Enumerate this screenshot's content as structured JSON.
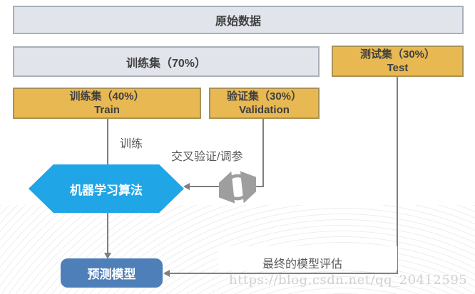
{
  "nodes": {
    "original": {
      "label": "原始数据"
    },
    "train70": {
      "label": "训练集（70%）"
    },
    "test": {
      "line1": "测试集（30%）",
      "line2": "Test"
    },
    "train40": {
      "line1": "训练集（40%）",
      "line2": "Train"
    },
    "validation": {
      "line1": "验证集（30%）",
      "line2": "Validation"
    },
    "algorithm": {
      "label": "机器学习算法"
    },
    "model": {
      "label": "预测模型"
    }
  },
  "edge_labels": {
    "train": "训练",
    "cross_validation": "交叉验证/调参",
    "final_evaluation": "最终的模型评估"
  },
  "watermark": "https://blog.csdn.net/qq_20412595",
  "colors": {
    "gray_fill": "#e2e4eb",
    "gray_border": "#a9afbb",
    "orange_fill": "#e8b852",
    "orange_border": "#ab9052",
    "hex_blue": "#20a5e6",
    "model_blue": "#4e7fb8",
    "line_gray": "#7f7f7f",
    "icon_gray": "#9e9e9e",
    "text_dark": "#3f3f3f",
    "label_gray": "#595959",
    "watermark_gray": "#c9c9c9"
  }
}
